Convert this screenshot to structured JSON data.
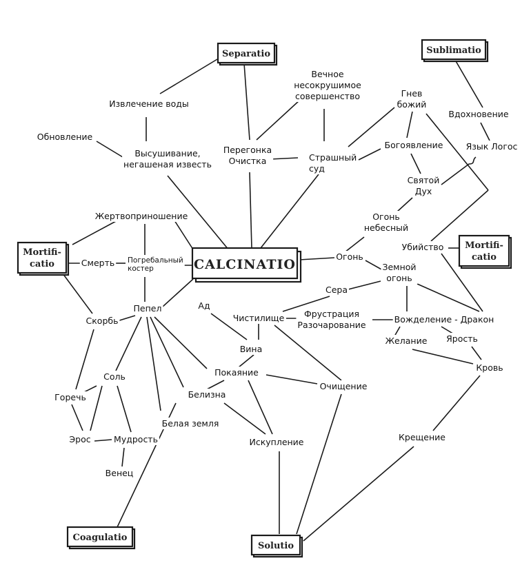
{
  "boxes": {
    "calcinatio": "CALCINATIO",
    "separatio": "Separatio",
    "sublimatio": "Sublimatio",
    "mortificatio_left": [
      "Mortifi-",
      "catio"
    ],
    "mortificatio_right": [
      "Mortifi-",
      "catio"
    ],
    "coagulatio": "Coagulatio",
    "solutio": "Solutio"
  },
  "nodes": {
    "izvlechenie": [
      "Извлечение воды"
    ],
    "obnovlenie": [
      "Обновление"
    ],
    "vysushivanie": [
      "Высушивание,",
      "негашеная известь"
    ],
    "peregonka": [
      "Перегонка",
      "Очистка"
    ],
    "vechnoe": [
      "Вечное",
      "несокрушимое",
      "совершенство"
    ],
    "strashny": [
      "Страшный",
      "суд"
    ],
    "gnev": [
      "Гнев",
      "божий"
    ],
    "bogoyavlenie": [
      "Богоявление"
    ],
    "svyatoy": [
      "Святой",
      "Дух"
    ],
    "vdohnovenie": [
      "Вдохновение"
    ],
    "yazyk": [
      "Язык Логос"
    ],
    "ogon_neb": [
      "Огонь",
      "небесный"
    ],
    "zhertvo": [
      "Жертвоприношение"
    ],
    "smert": [
      "Смерть"
    ],
    "pogrebalny": [
      "Погребальный",
      "костер"
    ],
    "ogon": [
      "Огонь"
    ],
    "ubiystvo": [
      "Убийство"
    ],
    "zemnoy": [
      "Земной",
      "огонь"
    ],
    "sera": [
      "Сера"
    ],
    "pepel": [
      "Пепел"
    ],
    "ad": [
      "Ад"
    ],
    "chistilische": [
      "Чистилище"
    ],
    "frustraciya": [
      "Фрустрация",
      "Разочарование"
    ],
    "vozhdelenie": [
      "Вожделение - Дракон"
    ],
    "skorb": [
      "Скорбь"
    ],
    "zhelanie": [
      "Желание"
    ],
    "yarost": [
      "Ярость"
    ],
    "vina": [
      "Вина"
    ],
    "krov": [
      "Кровь"
    ],
    "sol": [
      "Соль"
    ],
    "pokayanie": [
      "Покаяние"
    ],
    "ochischenie": [
      "Очищение"
    ],
    "gorech": [
      "Горечь"
    ],
    "belizna": [
      "Белизна"
    ],
    "belaya_zemlya": [
      "Белая земля"
    ],
    "eros": [
      "Эрос"
    ],
    "mudrost": [
      "Мудрость"
    ],
    "iskuplenie": [
      "Искупление"
    ],
    "kreschenie": [
      "Крещение"
    ],
    "venec": [
      "Венец"
    ]
  }
}
